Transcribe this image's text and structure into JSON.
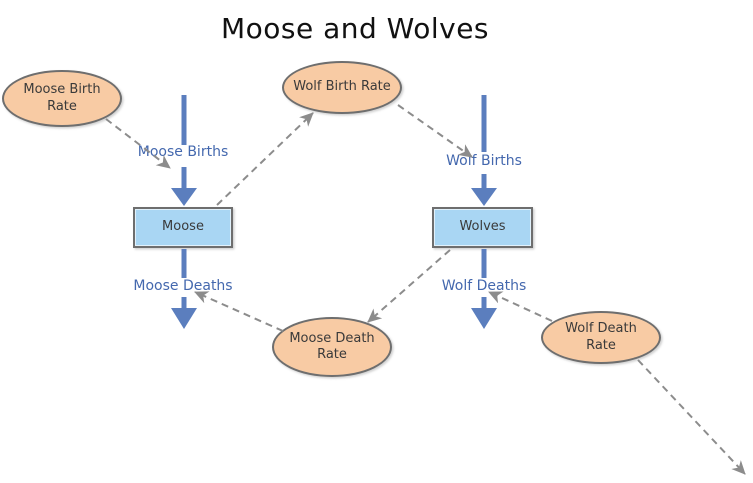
{
  "title": "Moose and Wolves",
  "stocks": [
    {
      "id": "moose",
      "label": "Moose"
    },
    {
      "id": "wolves",
      "label": "Wolves"
    }
  ],
  "converters": [
    {
      "id": "moose-birth-rate",
      "label": "Moose Birth Rate"
    },
    {
      "id": "wolf-birth-rate",
      "label": "Wolf Birth Rate"
    },
    {
      "id": "moose-death-rate",
      "label": "Moose Death Rate"
    },
    {
      "id": "wolf-death-rate",
      "label": "Wolf Death Rate"
    }
  ],
  "flows": [
    {
      "id": "moose-births",
      "label": "Moose Births",
      "into": "Moose"
    },
    {
      "id": "moose-deaths",
      "label": "Moose Deaths",
      "out_of": "Moose"
    },
    {
      "id": "wolf-births",
      "label": "Wolf Births",
      "into": "Wolves"
    },
    {
      "id": "wolf-deaths",
      "label": "Wolf Deaths",
      "out_of": "Wolves"
    }
  ],
  "links": [
    {
      "from": "Moose Birth Rate",
      "to": "Moose Births"
    },
    {
      "from": "Moose",
      "to": "Wolf Birth Rate"
    },
    {
      "from": "Wolf Birth Rate",
      "to": "Wolf Births"
    },
    {
      "from": "Wolves",
      "to": "Moose Death Rate"
    },
    {
      "from": "Moose Death Rate",
      "to": "Moose Deaths"
    },
    {
      "from": "Wolf Death Rate",
      "to": "Wolf Deaths"
    },
    {
      "from": "Wolf Death Rate",
      "to": "off-screen bottom-right"
    }
  ],
  "colors": {
    "converter_fill": "#F8CBA4",
    "converter_border": "#6E6E6E",
    "stock_fill": "#A9D6F3",
    "stock_border": "#6E6E6E",
    "flow": "#5B7EBE",
    "flow_label": "#4468AE",
    "link": "#8C8C8C",
    "title_text": "#111111"
  }
}
